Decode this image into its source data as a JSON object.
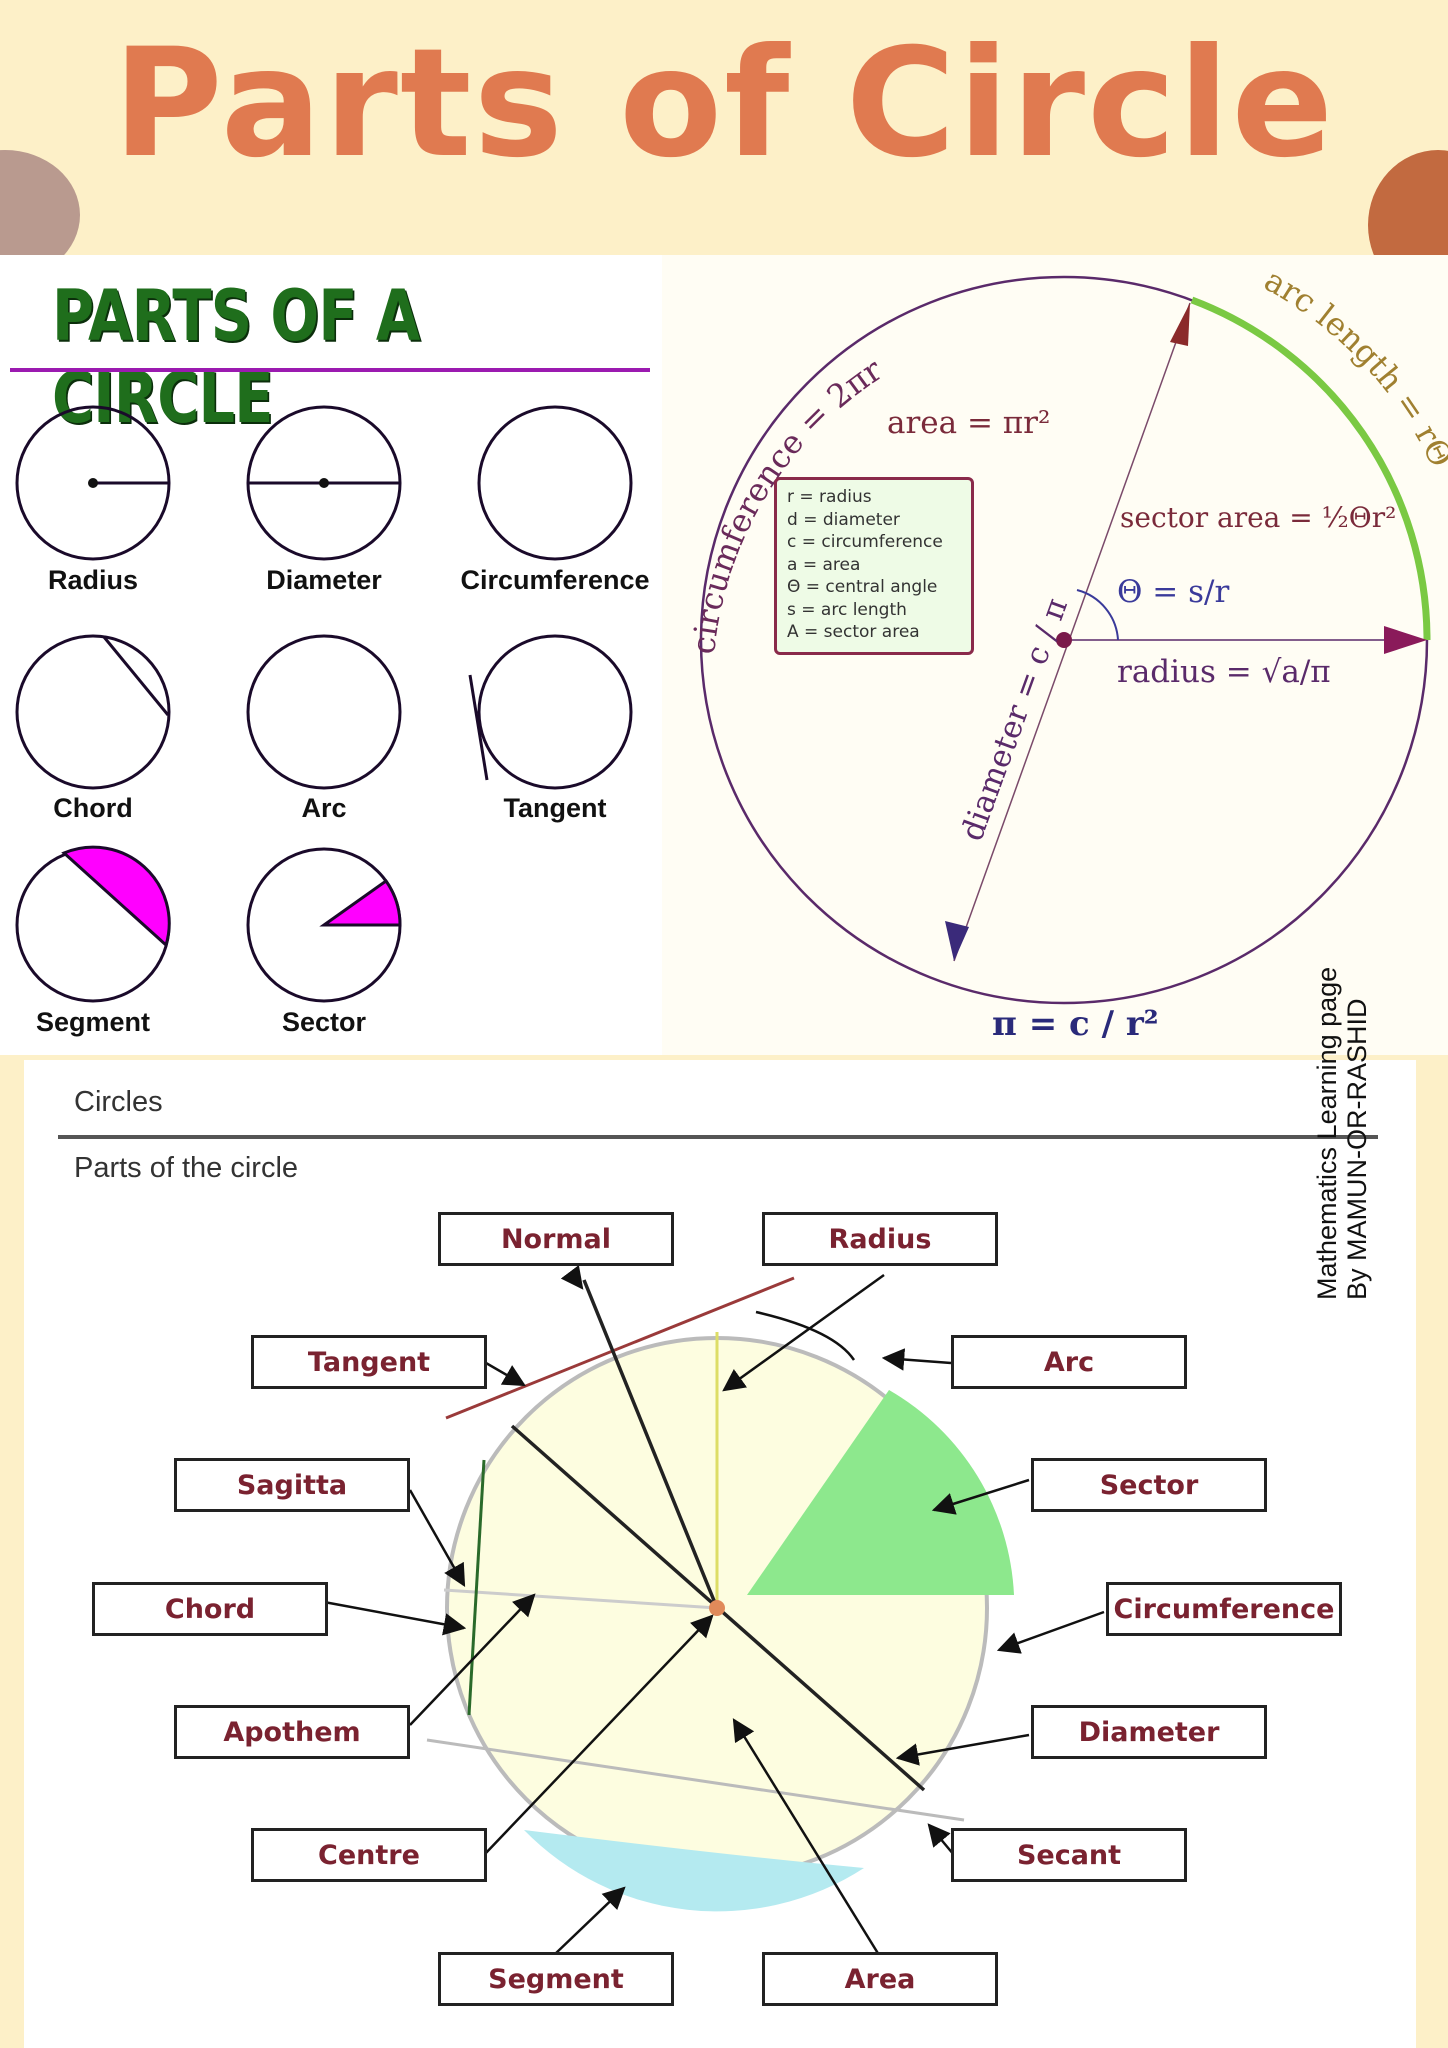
{
  "title": "Parts of Circle",
  "top_left": {
    "heading": "PARTS OF A CIRCLE",
    "shapes": [
      "Radius",
      "Diameter",
      "Circumference",
      "Chord",
      "Arc",
      "Tangent",
      "Segment",
      "Sector"
    ],
    "highlight_color": "#ff00ff"
  },
  "top_right": {
    "circumference": "circumference = 2πr",
    "arc_length": "arc length = rΘ",
    "area": "area = πr²",
    "sector_area": "sector area = ½Θr²",
    "theta": "Θ = s/r",
    "diameter": "diameter = c / π",
    "radius": "radius = √a/π",
    "pi": "π = c / r²",
    "legend": [
      "r = radius",
      "d = diameter",
      "c = circumference",
      "a = area",
      "Θ = central angle",
      "s = arc length",
      "A = sector area"
    ],
    "arc_color": "#7ac943"
  },
  "bottom": {
    "heading": "Circles",
    "subheading": "Parts of the circle",
    "labels": {
      "normal": "Normal",
      "radius": "Radius",
      "tangent": "Tangent",
      "arc": "Arc",
      "sagitta": "Sagitta",
      "sector": "Sector",
      "chord": "Chord",
      "circumference": "Circumference",
      "apothem": "Apothem",
      "diameter": "Diameter",
      "centre": "Centre",
      "secant": "Secant",
      "segment": "Segment",
      "area": "Area"
    },
    "colors": {
      "fill": "#fdfde0",
      "sector": "#8de88d",
      "segment": "#b4eaf0"
    }
  },
  "watermark": [
    "Mathematics Learning page",
    "By MAMUN-OR-RASHID"
  ]
}
